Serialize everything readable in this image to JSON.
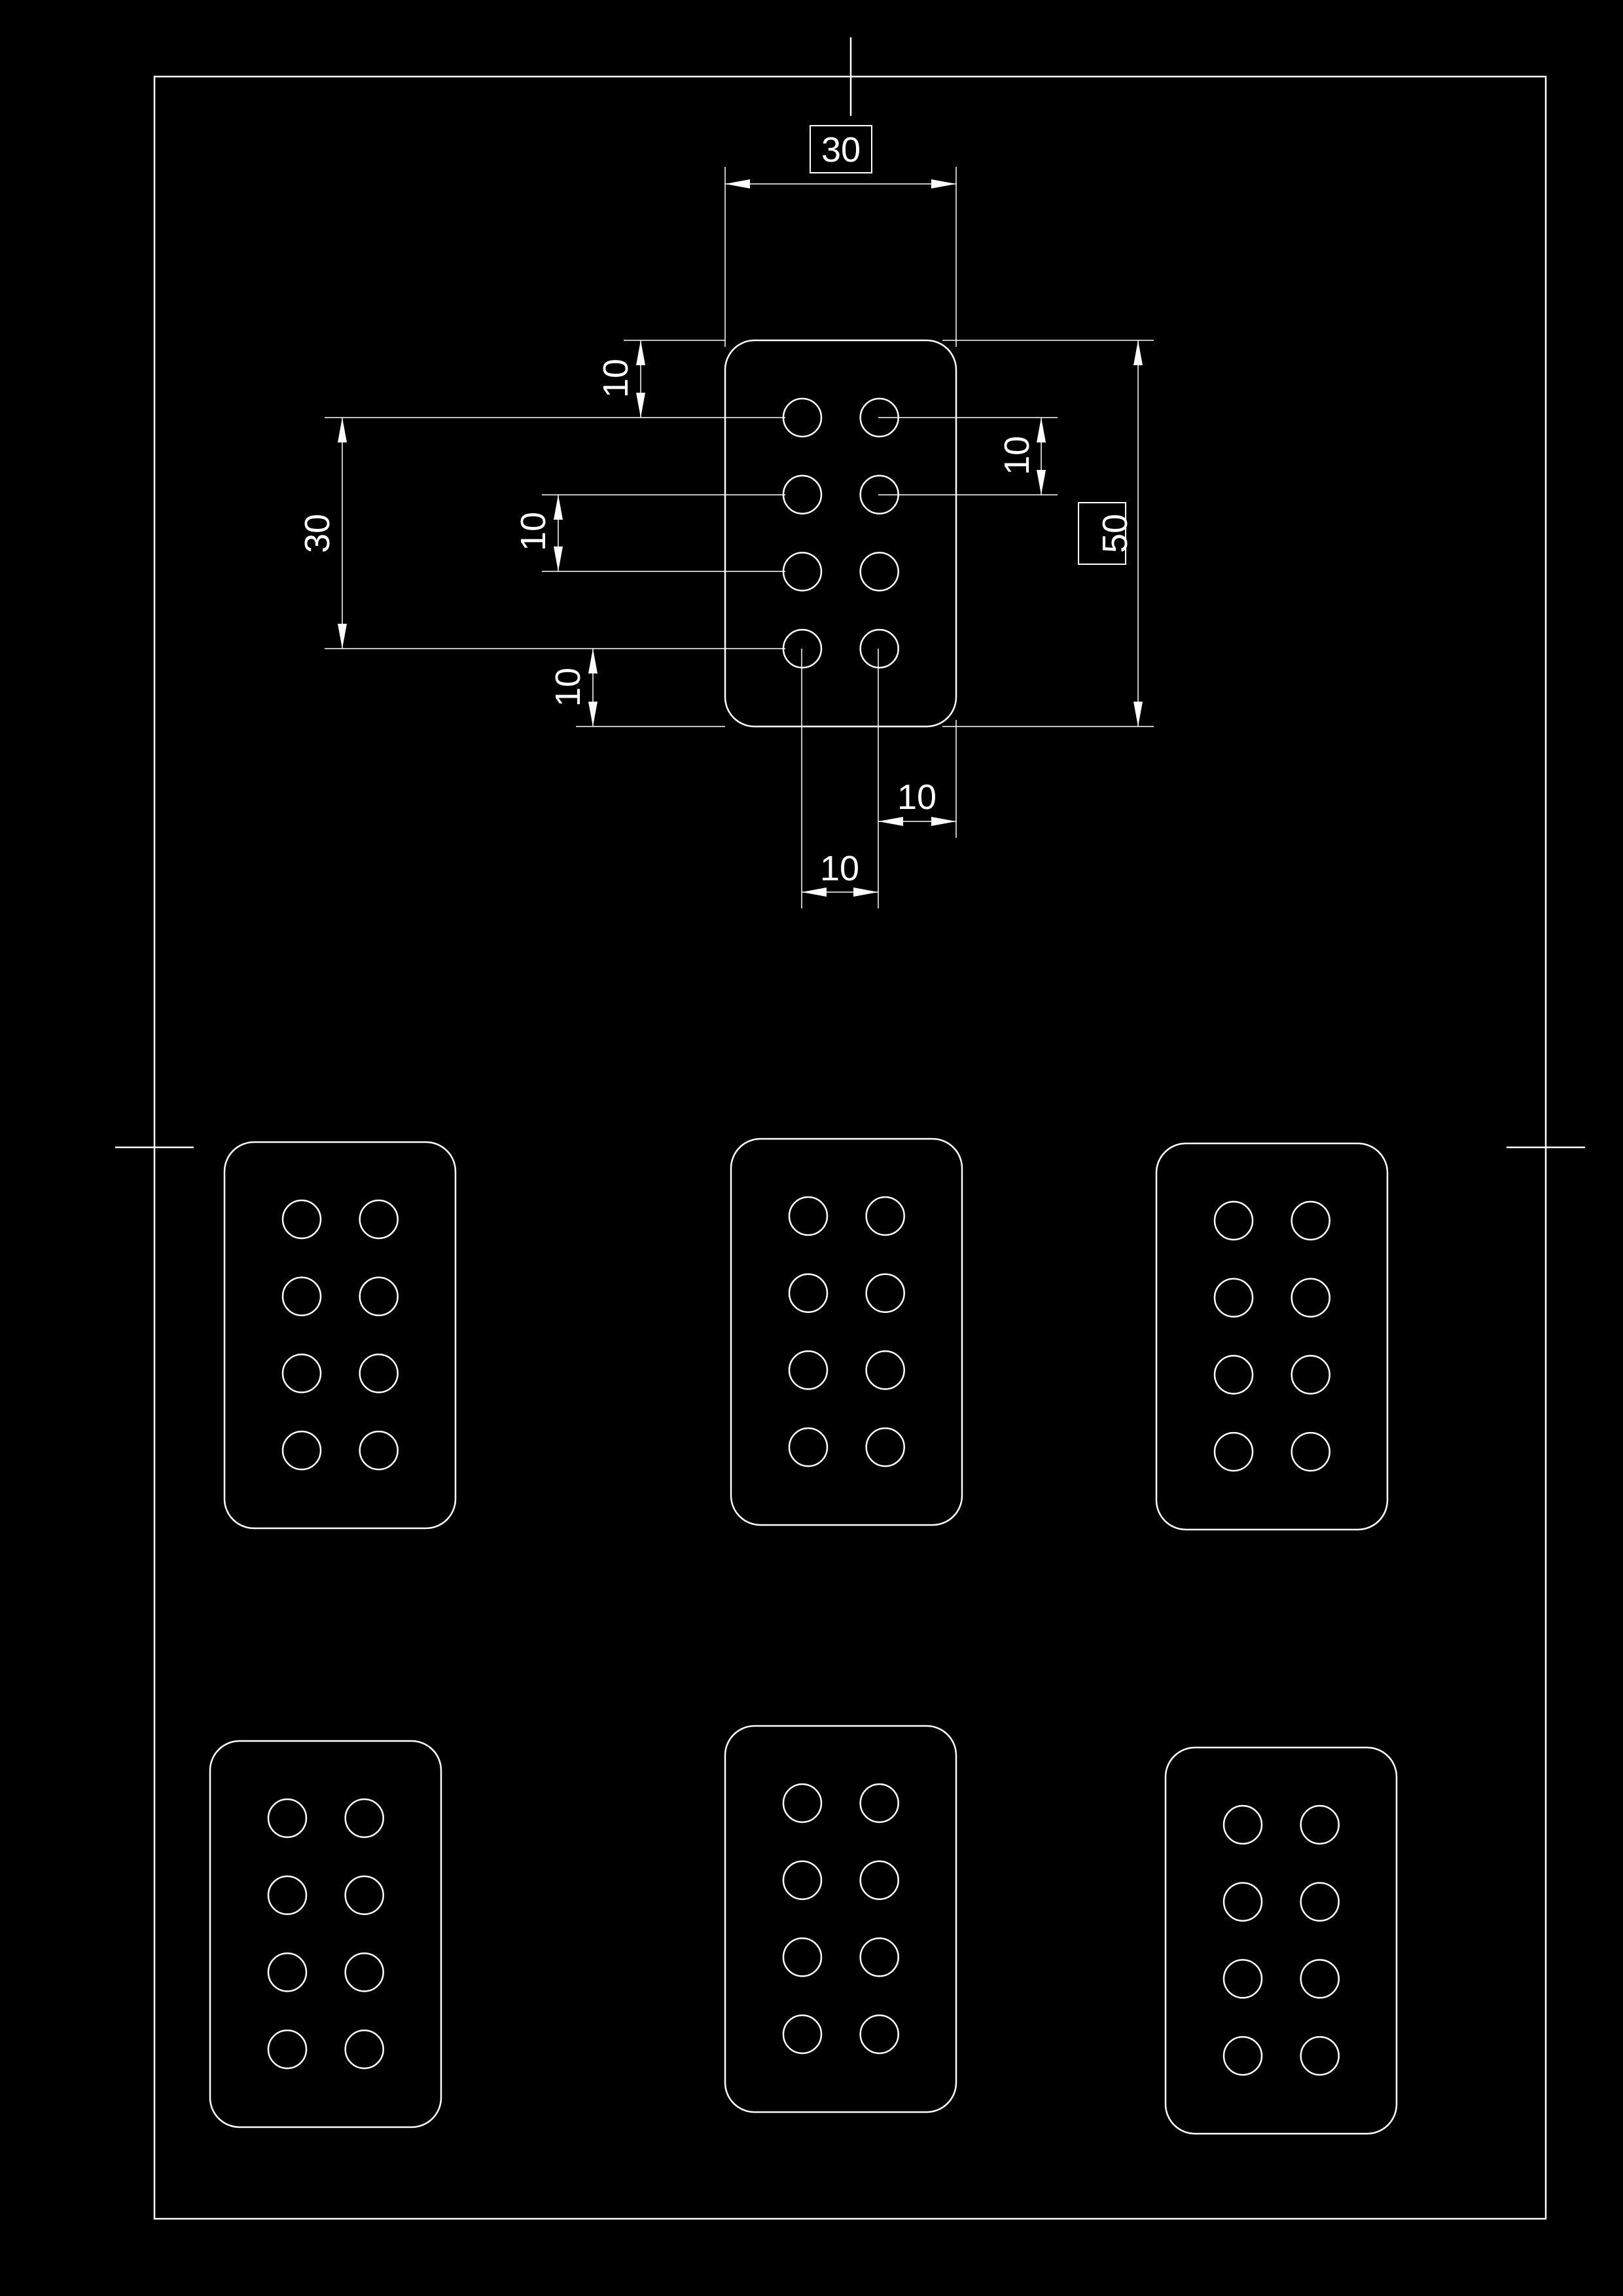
{
  "drawing": {
    "background_color": "#000000",
    "line_color": "#ffffff",
    "dimensions": {
      "part_width": "30",
      "part_height": "50",
      "hole_span_vertical": "30",
      "top_edge_to_first_hole": "10",
      "hole_pitch_left": "10",
      "hole_pitch_right": "10",
      "bottom_edge_to_last_hole": "10",
      "right_edge_to_hole": "10",
      "column_spacing": "10"
    },
    "part": {
      "hole_rows": 4,
      "hole_columns": 2
    },
    "nested_part_count": 6
  }
}
